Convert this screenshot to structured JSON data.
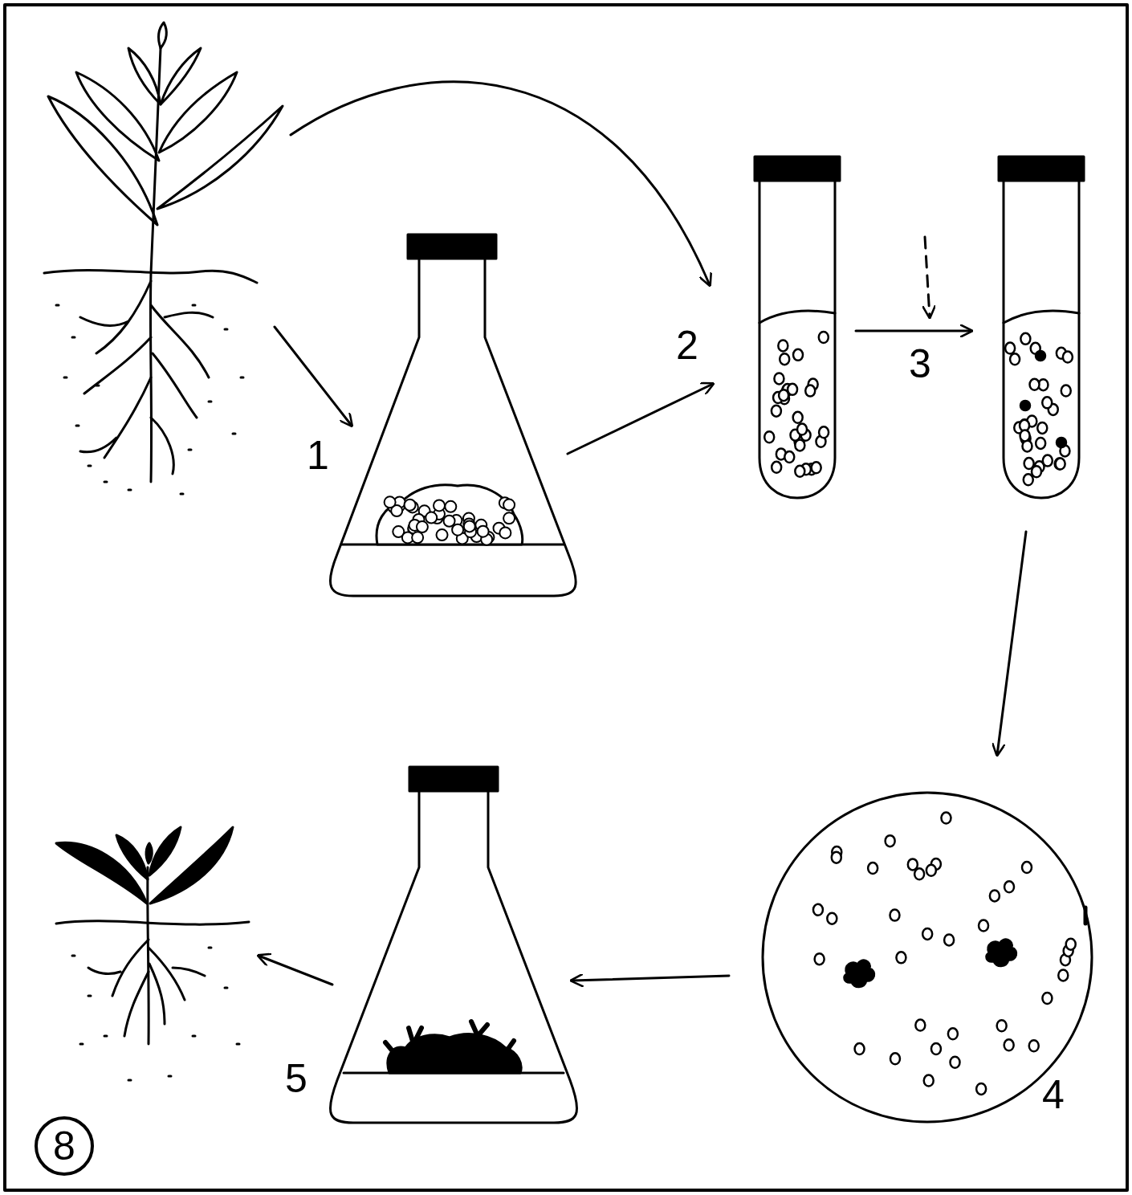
{
  "diagram": {
    "nodes": [
      {
        "text": [
          "8"
        ]
      }
    ],
    "labels": [
      "1",
      "2",
      "3",
      "4",
      "5"
    ]
  }
}
